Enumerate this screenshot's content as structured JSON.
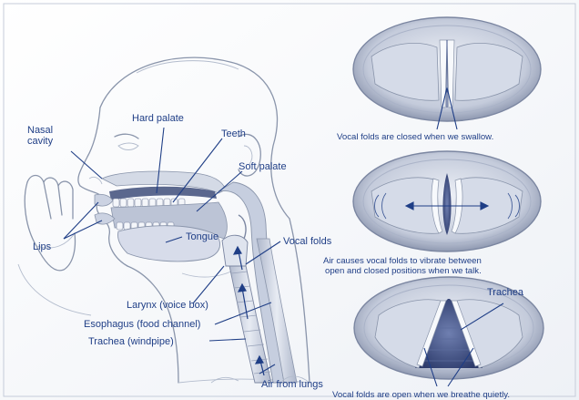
{
  "labels": {
    "nasal_cavity_1": "Nasal",
    "nasal_cavity_2": "cavity",
    "hard_palate": "Hard palate",
    "teeth": "Teeth",
    "soft_palate": "Soft palate",
    "lips": "Lips",
    "tongue": "Tongue",
    "vocal_folds": "Vocal folds",
    "larynx": "Larynx (voice box)",
    "esophagus": "Esophagus (food channel)",
    "trachea": "Trachea (windpipe)",
    "air_from_lungs": "Air from lungs",
    "trachea_inset": "Trachea"
  },
  "captions": {
    "closed": "Vocal folds are closed when we swallow.",
    "vibrate_1": "Air causes vocal folds to vibrate between",
    "vibrate_2": "open and closed positions when we talk.",
    "open": "Vocal folds are open when we breathe quietly."
  },
  "colors": {
    "label": "#1f3e86",
    "outline": "#8a95ab",
    "tissue": "#c9d0de",
    "dark_airway": "#3b4e86"
  }
}
